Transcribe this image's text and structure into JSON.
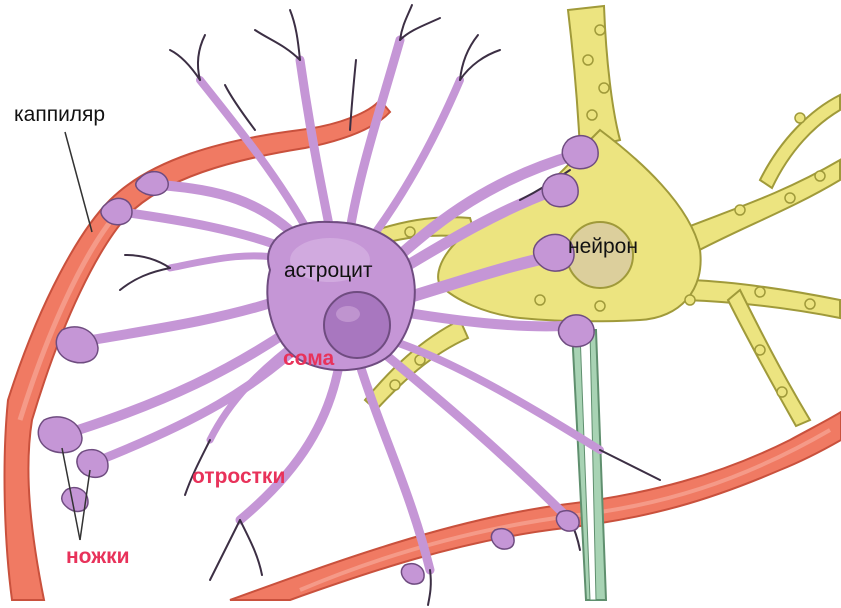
{
  "labels": {
    "capillary": "каппиляр",
    "neuron": "нейрон",
    "astrocyte": "астроцит",
    "soma": "сома",
    "processes": "отростки",
    "feet": "ножки"
  },
  "colors": {
    "capillary_fill": "#f07a63",
    "capillary_edge": "#c9513d",
    "astrocyte_fill": "#c596d6",
    "astrocyte_edge": "#6f4c80",
    "soma_fill": "#a877bf",
    "neuron_fill": "#ece480",
    "neuron_edge": "#a09a3a",
    "nucleus_fill": "#dccf9c",
    "axon_fill": "#a8d3b4",
    "label_red": "#e8325a"
  }
}
